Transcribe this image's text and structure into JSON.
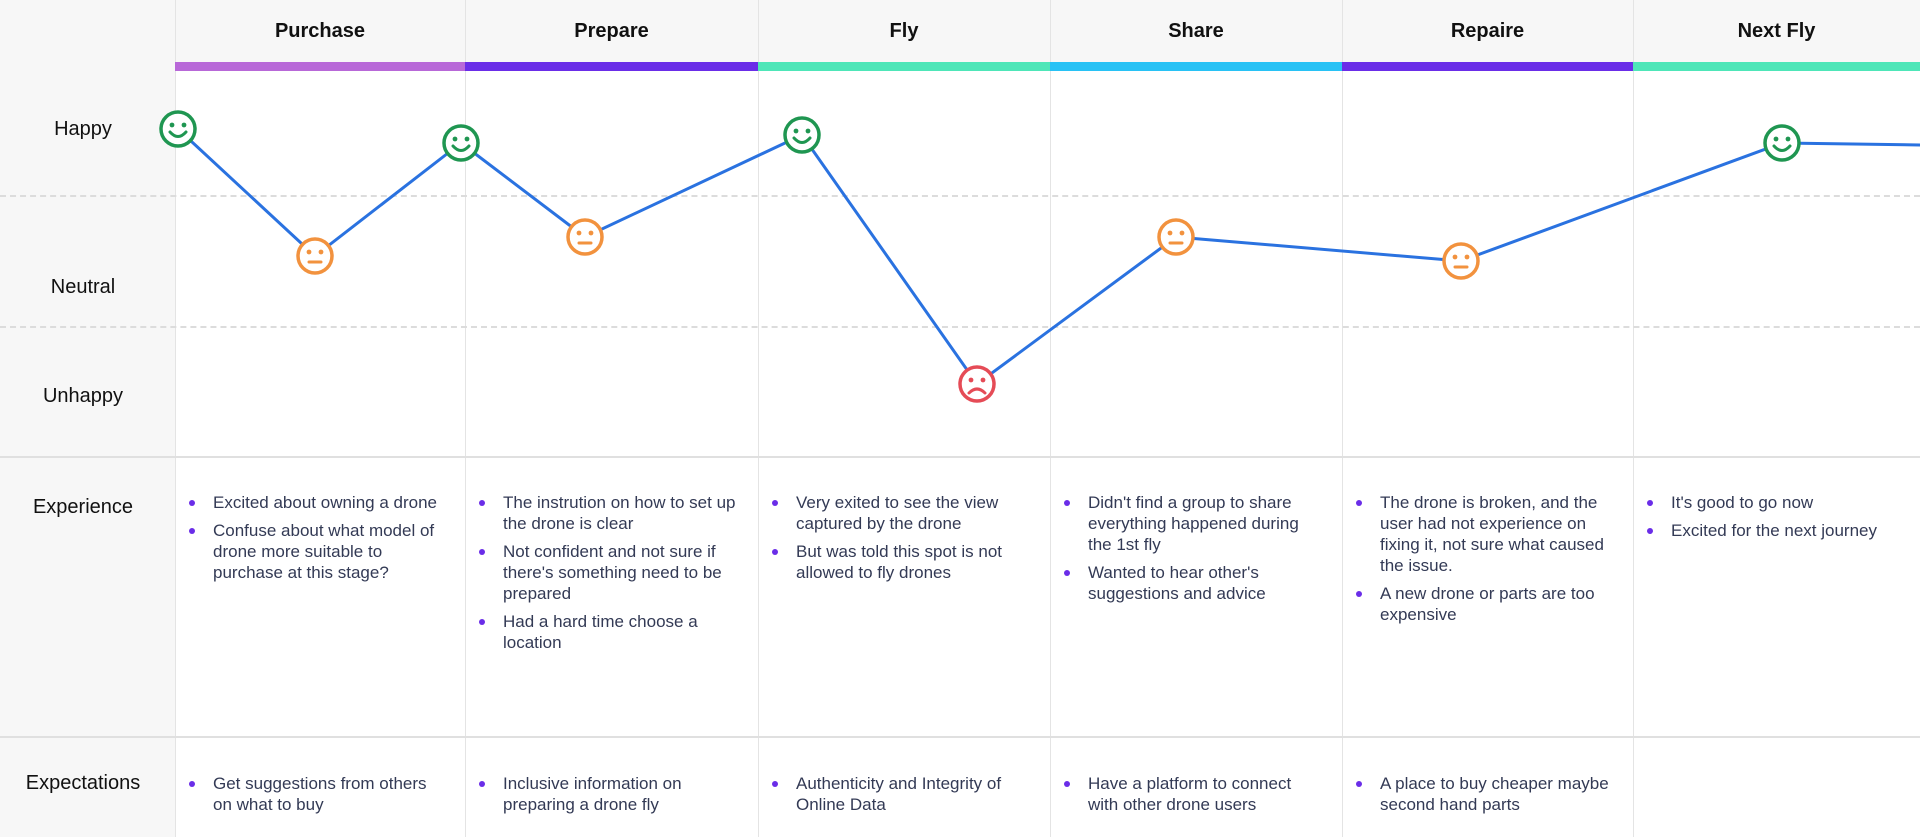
{
  "stages": [
    {
      "title": "Purchase",
      "color": "#b868d8"
    },
    {
      "title": "Prepare",
      "color": "#6a2de8"
    },
    {
      "title": "Fly",
      "color": "#4ee6b8"
    },
    {
      "title": "Share",
      "color": "#28c2f5"
    },
    {
      "title": "Repaire",
      "color": "#6a2de8"
    },
    {
      "title": "Next Fly",
      "color": "#4ee6b8"
    }
  ],
  "emotion_levels": {
    "happy": "Happy",
    "neutral": "Neutral",
    "unhappy": "Unhappy"
  },
  "rows": {
    "experience": "Experience",
    "expectations": "Expectations"
  },
  "emotion_points": [
    {
      "stage": "Purchase",
      "mood": "happy"
    },
    {
      "stage": "Purchase",
      "mood": "neutral"
    },
    {
      "stage": "Prepare",
      "mood": "happy"
    },
    {
      "stage": "Prepare",
      "mood": "neutral"
    },
    {
      "stage": "Fly",
      "mood": "happy"
    },
    {
      "stage": "Fly",
      "mood": "unhappy"
    },
    {
      "stage": "Share",
      "mood": "neutral"
    },
    {
      "stage": "Repaire",
      "mood": "neutral"
    },
    {
      "stage": "Next Fly",
      "mood": "happy"
    }
  ],
  "colors": {
    "line": "#2a72e0",
    "happy": "#1f9651",
    "neutral": "#f2923e",
    "unhappy": "#e54b56",
    "bullet": "#6a2de8"
  },
  "experience": [
    [
      "Excited about owning a drone",
      "Confuse about what model of drone more suitable to purchase at this stage?"
    ],
    [
      "The instrution on how to set up the drone is clear",
      "Not confident and not sure if there's something need to be prepared",
      "Had a hard time choose a location"
    ],
    [
      "Very exited to see the view captured by the drone",
      "But was told this spot is not allowed to fly drones"
    ],
    [
      "Didn't find a group to share everything happened during the 1st fly",
      "Wanted to hear other's suggestions and advice"
    ],
    [
      "The drone is broken, and the user had not experience on fixing it, not sure what caused the issue.",
      "A new drone or parts are too expensive"
    ],
    [
      "It's good to go now",
      "Excited for the next journey"
    ]
  ],
  "expectations": [
    [
      "Get suggestions from others on what to buy"
    ],
    [
      "Inclusive information on preparing a drone fly"
    ],
    [
      "Authenticity and Integrity of Online Data"
    ],
    [
      "Have a platform to connect with other drone users"
    ],
    [
      "A place to buy cheaper maybe second hand parts"
    ],
    []
  ]
}
